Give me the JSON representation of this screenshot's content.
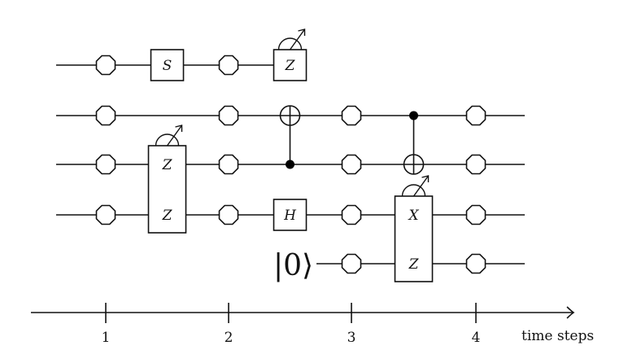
{
  "diagram": {
    "title": "",
    "qubits": [
      {
        "index": 0,
        "initial_label": ""
      },
      {
        "index": 1,
        "initial_label": ""
      },
      {
        "index": 2,
        "initial_label": ""
      },
      {
        "index": 3,
        "initial_label": ""
      },
      {
        "index": 4,
        "initial_label": "|0⟩"
      }
    ],
    "idle_markers": [
      {
        "qubit": 0,
        "step": 1
      },
      {
        "qubit": 0,
        "step": 2
      },
      {
        "qubit": 1,
        "step": 1
      },
      {
        "qubit": 1,
        "step": 2
      },
      {
        "qubit": 1,
        "step": 3
      },
      {
        "qubit": 1,
        "step": 4
      },
      {
        "qubit": 2,
        "step": 1
      },
      {
        "qubit": 2,
        "step": 2
      },
      {
        "qubit": 2,
        "step": 3
      },
      {
        "qubit": 2,
        "step": 4
      },
      {
        "qubit": 3,
        "step": 1
      },
      {
        "qubit": 3,
        "step": 2
      },
      {
        "qubit": 3,
        "step": 3
      },
      {
        "qubit": 3,
        "step": 4
      },
      {
        "qubit": 4,
        "step": 3
      },
      {
        "qubit": 4,
        "step": 4
      }
    ],
    "gates": [
      {
        "type": "single",
        "label": "S",
        "qubit": 0,
        "between": [
          1,
          2
        ],
        "measured": false
      },
      {
        "type": "single",
        "label": "Z",
        "qubit": 0,
        "between": [
          2,
          3
        ],
        "measured": true
      },
      {
        "type": "multi",
        "labels": [
          "Z",
          "Z"
        ],
        "qubits": [
          2,
          3
        ],
        "between": [
          1,
          2
        ],
        "measured": true
      },
      {
        "type": "cnot",
        "control": 2,
        "target": 1,
        "between": [
          2,
          3
        ]
      },
      {
        "type": "single",
        "label": "H",
        "qubit": 3,
        "between": [
          2,
          3
        ],
        "measured": false
      },
      {
        "type": "cnot",
        "control": 1,
        "target": 2,
        "between": [
          3,
          4
        ]
      },
      {
        "type": "multi",
        "labels": [
          "X",
          "Z"
        ],
        "qubits": [
          3,
          4
        ],
        "between": [
          3,
          4
        ],
        "measured": true
      }
    ],
    "ket_label": "|0⟩",
    "axis": {
      "ticks": [
        "1",
        "2",
        "3",
        "4"
      ],
      "title": "time steps"
    }
  }
}
